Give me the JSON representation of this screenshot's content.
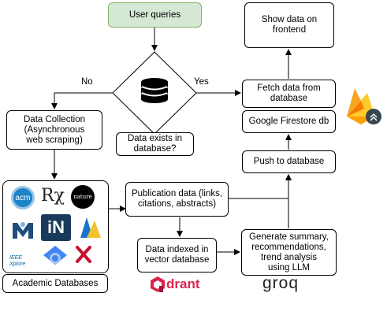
{
  "nodes": {
    "user_queries": "User queries",
    "show_data": "Show data on\nfrontend",
    "fetch_data": "Fetch data from\ndatabase",
    "google_firestore": "Google Firestore db",
    "push_db": "Push to database",
    "data_exists": "Data exists in\ndatabase?",
    "data_collection": "Data Collection\n(Asynchronous\nweb scraping)",
    "publication_data": "Publication data (links,\ncitations, abstracts)",
    "data_indexed": "Data indexed in\nvector database",
    "generate_summary": "Generate summary,\nrecommendations,\ntrend analysis\nusing LLM",
    "academic_databases": "Academic Databases"
  },
  "edges": {
    "no_label": "No",
    "yes_label": "Yes"
  },
  "logos": {
    "acm": "acm",
    "rx": "Rχ",
    "nature": "nature",
    "inspire": "iN",
    "ieee": "IEEE\nXplore",
    "qdrant": "drant",
    "groq": "groq"
  },
  "colors": {
    "start_fill": "#d5e8d4",
    "start_stroke": "#82b366",
    "acm_blue": "#1d84c6",
    "firebase_orange": "#f6a623",
    "qdrant_red": "#dc244c"
  }
}
